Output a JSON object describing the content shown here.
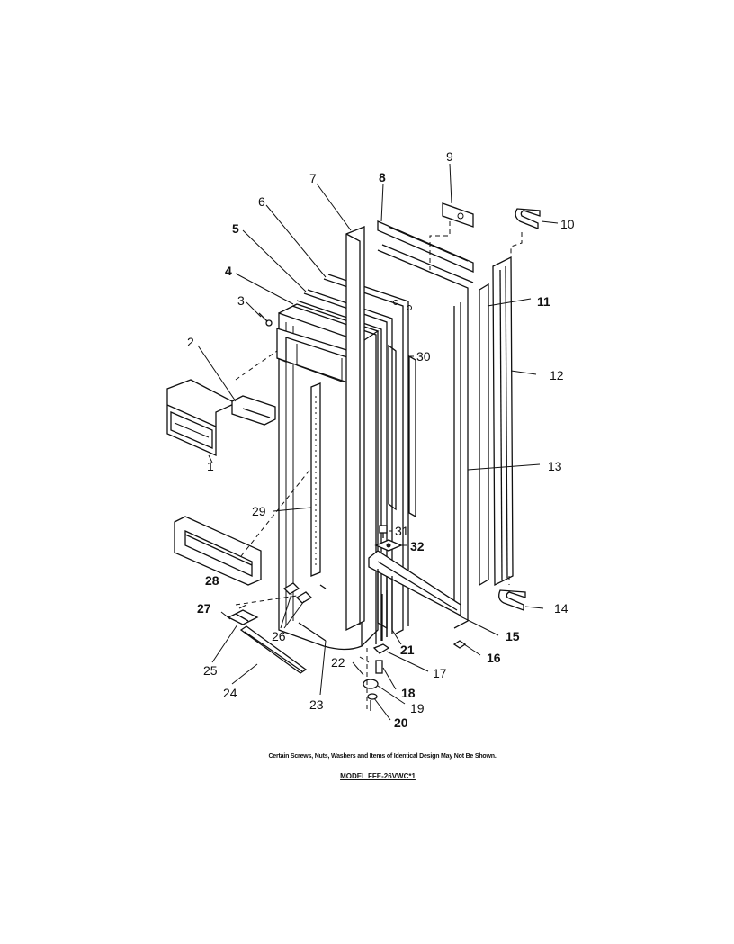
{
  "footer": {
    "note": "Certain Screws, Nuts, Washers and Items of Identical Design May Not Be Shown.",
    "model": "MODEL FFE-26VWC*1"
  },
  "callouts": [
    {
      "id": "1",
      "label": "1"
    },
    {
      "id": "2",
      "label": "2"
    },
    {
      "id": "3",
      "label": "3"
    },
    {
      "id": "4",
      "label": "4"
    },
    {
      "id": "5",
      "label": "5"
    },
    {
      "id": "6",
      "label": "6"
    },
    {
      "id": "7",
      "label": "7"
    },
    {
      "id": "8",
      "label": "8"
    },
    {
      "id": "9",
      "label": "9"
    },
    {
      "id": "10",
      "label": "10"
    },
    {
      "id": "11",
      "label": "11"
    },
    {
      "id": "12",
      "label": "12"
    },
    {
      "id": "13",
      "label": "13"
    },
    {
      "id": "14",
      "label": "14"
    },
    {
      "id": "15",
      "label": "15"
    },
    {
      "id": "16",
      "label": "16"
    },
    {
      "id": "17",
      "label": "17"
    },
    {
      "id": "18",
      "label": "18"
    },
    {
      "id": "19",
      "label": "19"
    },
    {
      "id": "20",
      "label": "20"
    },
    {
      "id": "21",
      "label": "21"
    },
    {
      "id": "22",
      "label": "22"
    },
    {
      "id": "23",
      "label": "23"
    },
    {
      "id": "24",
      "label": "24"
    },
    {
      "id": "25",
      "label": "25"
    },
    {
      "id": "26",
      "label": "26"
    },
    {
      "id": "27",
      "label": "27"
    },
    {
      "id": "28",
      "label": "28"
    },
    {
      "id": "29",
      "label": "29"
    },
    {
      "id": "30",
      "label": "30"
    },
    {
      "id": "31",
      "label": "31"
    },
    {
      "id": "32",
      "label": "32"
    }
  ]
}
